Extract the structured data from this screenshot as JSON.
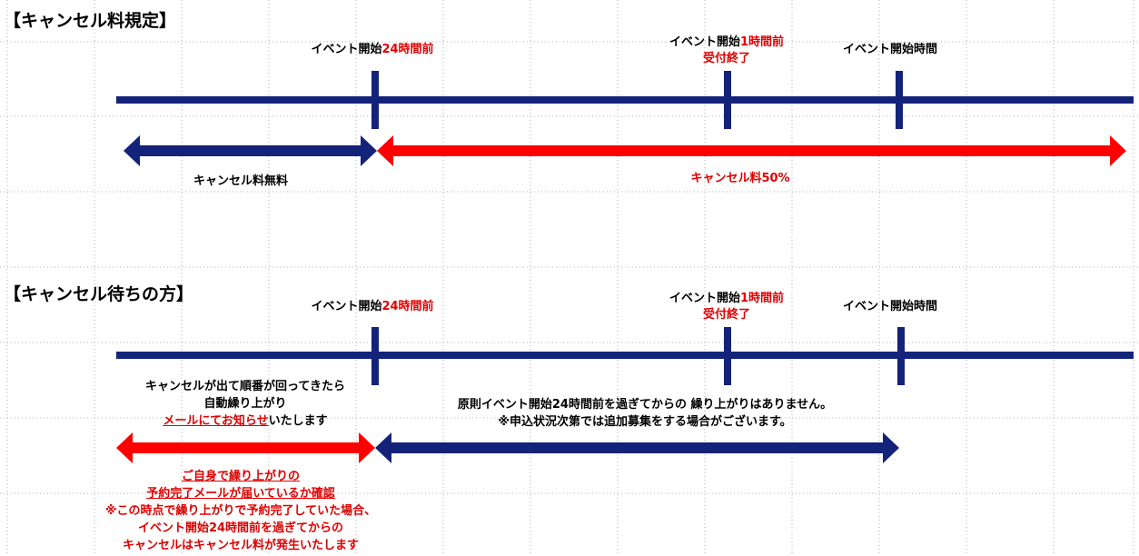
{
  "section1": {
    "title": "【キャンセル料規定】",
    "marker_24h_prefix": "イベント開始",
    "marker_24h_red": "24時間前",
    "marker_1h_prefix": "イベント開始",
    "marker_1h_red": "1時間前",
    "marker_1h_line2": "受付終了",
    "marker_start": "イベント開始時間",
    "free_label": "キャンセル料無料",
    "fee_label": "キャンセル料50%"
  },
  "section2": {
    "title": "【キャンセル待ちの方】",
    "marker_24h_prefix": "イベント開始",
    "marker_24h_red": "24時間前",
    "marker_1h_prefix": "イベント開始",
    "marker_1h_red": "1時間前",
    "marker_1h_line2": "受付終了",
    "marker_start": "イベント開始時間",
    "auto_line1": "キャンセルが出て順番が回ってきたら",
    "auto_line2": "自動繰り上がり",
    "auto_line3_red": "メールにてお知らせ",
    "auto_line3_rest": "いたします",
    "rule_line1": "原則イベント開始24時間前を過ぎてからの 繰り上がりはありません。",
    "rule_line2": "※申込状況次第では追加募集をする場合がございます。",
    "confirm_line1": "ご自身で繰り上がりの",
    "confirm_line2": "予約完了メールが届いているか確認",
    "note_line1": "※この時点で繰り上がりで予約完了していた場合、",
    "note_line2": "イベント開始24時間前を過ぎてからの",
    "note_line3": "キャンセルはキャンセル料が発生いたします"
  },
  "colors": {
    "navy": "#14237a",
    "red": "#ff0000",
    "red_text": "#e00000",
    "grid": "#b0b0b0"
  }
}
